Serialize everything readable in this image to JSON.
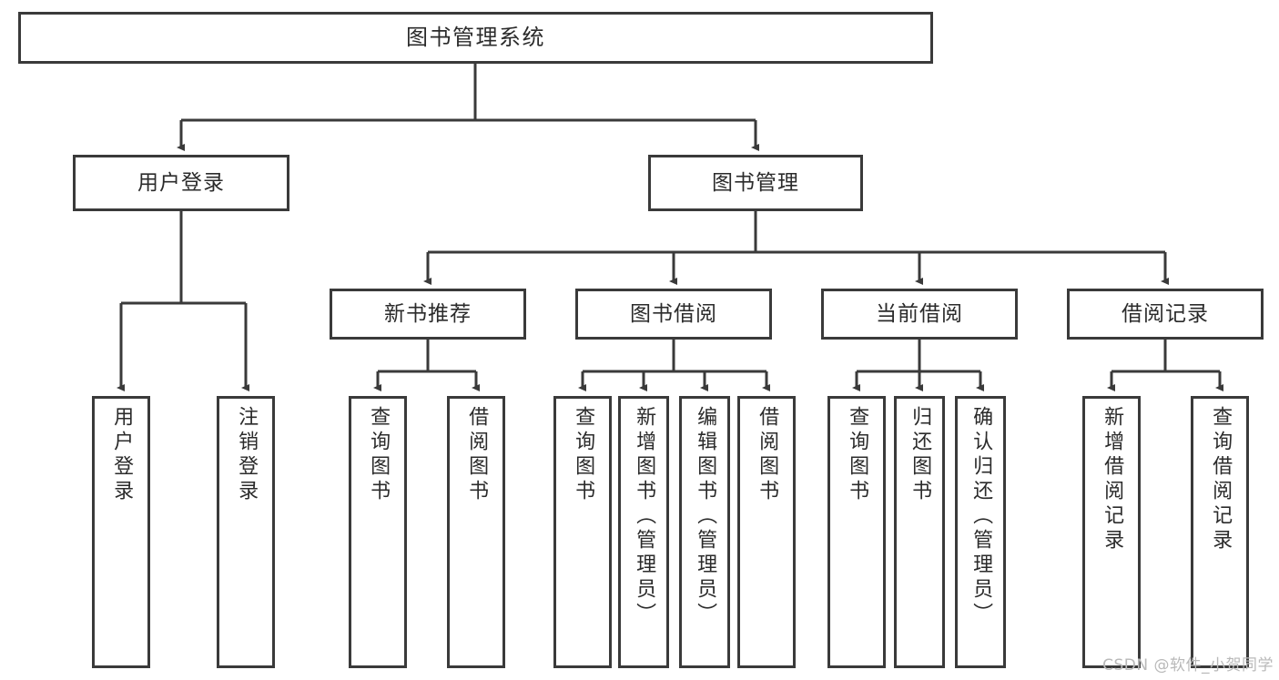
{
  "diagram": {
    "type": "tree",
    "title": "图书管理系统",
    "orientation": "top-down",
    "line_color": "#3a3a3a",
    "box_fill": "#ffffff",
    "text_color": "#2b2b2b",
    "background": "#ffffff",
    "root": {
      "id": "root",
      "label": "图书管理系统",
      "level": 0
    },
    "level1": [
      {
        "id": "user-login",
        "label": "用户登录",
        "level": 1
      },
      {
        "id": "book-management",
        "label": "图书管理",
        "level": 1
      }
    ],
    "level2": [
      {
        "id": "new-book-recommend",
        "label": "新书推荐",
        "level": 2,
        "parent": "book-management"
      },
      {
        "id": "book-borrow",
        "label": "图书借阅",
        "level": 2,
        "parent": "book-management"
      },
      {
        "id": "current-borrow",
        "label": "当前借阅",
        "level": 2,
        "parent": "book-management"
      },
      {
        "id": "borrow-records",
        "label": "借阅记录",
        "level": 2,
        "parent": "book-management"
      }
    ],
    "leaves": [
      {
        "id": "leaf-user-login",
        "label": "用户登录",
        "parent": "user-login"
      },
      {
        "id": "leaf-logout-login",
        "label": "注销登录",
        "parent": "user-login"
      },
      {
        "id": "leaf-query-book-1",
        "label": "查询图书",
        "parent": "new-book-recommend"
      },
      {
        "id": "leaf-borrow-book-1",
        "label": "借阅图书",
        "parent": "new-book-recommend"
      },
      {
        "id": "leaf-query-book-2",
        "label": "查询图书",
        "parent": "book-borrow"
      },
      {
        "id": "leaf-add-book",
        "label": "新增图书（管理员）",
        "parent": "book-borrow"
      },
      {
        "id": "leaf-edit-book",
        "label": "编辑图书（管理员）",
        "parent": "book-borrow"
      },
      {
        "id": "leaf-borrow-book-2",
        "label": "借阅图书",
        "parent": "book-borrow"
      },
      {
        "id": "leaf-query-book-3",
        "label": "查询图书",
        "parent": "current-borrow"
      },
      {
        "id": "leaf-return-book",
        "label": "归还图书",
        "parent": "current-borrow"
      },
      {
        "id": "leaf-confirm-return",
        "label": "确认归还（管理员）",
        "parent": "current-borrow"
      },
      {
        "id": "leaf-add-record",
        "label": "新增借阅记录",
        "parent": "borrow-records"
      },
      {
        "id": "leaf-query-record",
        "label": "查询借阅记录",
        "parent": "borrow-records"
      }
    ]
  },
  "watermark": {
    "text": "CSDN @软件_小贺同学"
  }
}
